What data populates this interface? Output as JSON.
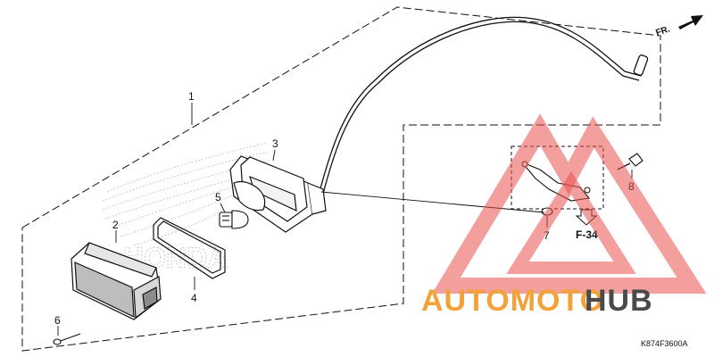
{
  "diagram": {
    "callouts": [
      {
        "id": "1",
        "label": "1"
      },
      {
        "id": "2",
        "label": "2"
      },
      {
        "id": "3",
        "label": "3"
      },
      {
        "id": "4",
        "label": "4"
      },
      {
        "id": "5",
        "label": "5"
      },
      {
        "id": "6",
        "label": "6"
      },
      {
        "id": "7",
        "label": "7"
      },
      {
        "id": "8",
        "label": "8"
      }
    ],
    "direction_label": "FR.",
    "section_ref": "F-34",
    "part_code": "K874F3600A",
    "background_logo_text": "HONDA"
  },
  "watermark": {
    "brand_part1": "AUTOMOTO",
    "brand_part2": "HUB",
    "colors": {
      "triangle": "#e8504f",
      "brand_part1": "#f2a23a",
      "brand_part2": "#4a4a4a"
    }
  }
}
